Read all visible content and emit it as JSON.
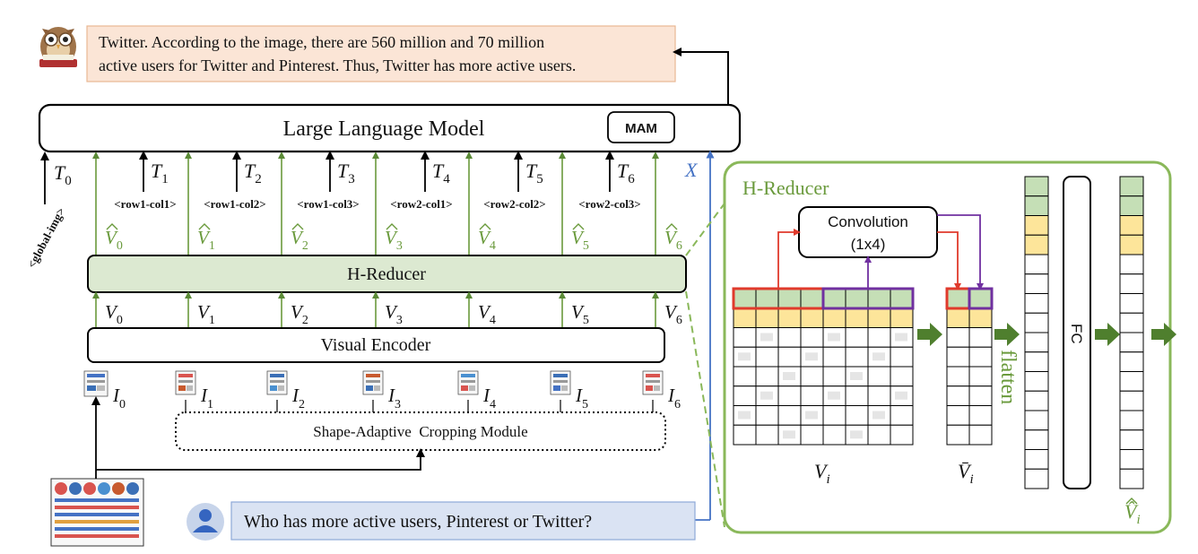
{
  "answer": {
    "line1": "Twitter. According to the image, there are 560 million and 70 million",
    "line2": "active users for Twitter and Pinterest. Thus, Twitter has more active users."
  },
  "llm": {
    "label": "Large Language Model",
    "mam": "MAM"
  },
  "tokens": {
    "t0": "T",
    "t_labels": [
      "T",
      "T",
      "T",
      "T",
      "T",
      "T"
    ],
    "t_subs": [
      "1",
      "2",
      "3",
      "4",
      "5",
      "6"
    ],
    "global_tag": "<global-img>",
    "row_tags": [
      "<row1-col1>",
      "<row1-col2>",
      "<row1-col3>",
      "<row2-col1>",
      "<row2-col2>",
      "<row2-col3>"
    ],
    "x_label": "X"
  },
  "vhat": {
    "symbol": "V",
    "subs": [
      "0",
      "1",
      "2",
      "3",
      "4",
      "5",
      "6"
    ]
  },
  "hreducer_bar": {
    "label": "H-Reducer"
  },
  "v": {
    "symbol": "V",
    "subs": [
      "0",
      "1",
      "2",
      "3",
      "4",
      "5",
      "6"
    ]
  },
  "visual_encoder": {
    "label": "Visual Encoder"
  },
  "images": {
    "symbol": "I",
    "subs": [
      "0",
      "1",
      "2",
      "3",
      "4",
      "5",
      "6"
    ]
  },
  "cropping": {
    "label": "Shape-Adaptive  Cropping Module"
  },
  "question": {
    "text": "Who has more active users, Pinterest or Twitter?"
  },
  "panel": {
    "title": "H-Reducer",
    "conv_line1": "Convolution",
    "conv_line2": "(1x4)",
    "vi_symbol": "V",
    "vi_sub": "i",
    "vbar_symbol": "V̄",
    "vbar_sub": "i",
    "flatten": "flatten",
    "fc": "FC",
    "vhat_symbol": "V̂",
    "vhat_sub": "i"
  },
  "colors": {
    "green_dark": "#5a8a36",
    "green_box": "#dce9d1",
    "orange_box": "#fbe5d6",
    "blue_box": "#dae3f3",
    "panel_border": "#8ab85a",
    "blue_line": "#4472c4",
    "red": "#e03a2c",
    "purple": "#7030a0",
    "cell_green": "#c5dfb6",
    "cell_yellow": "#fde59a"
  }
}
